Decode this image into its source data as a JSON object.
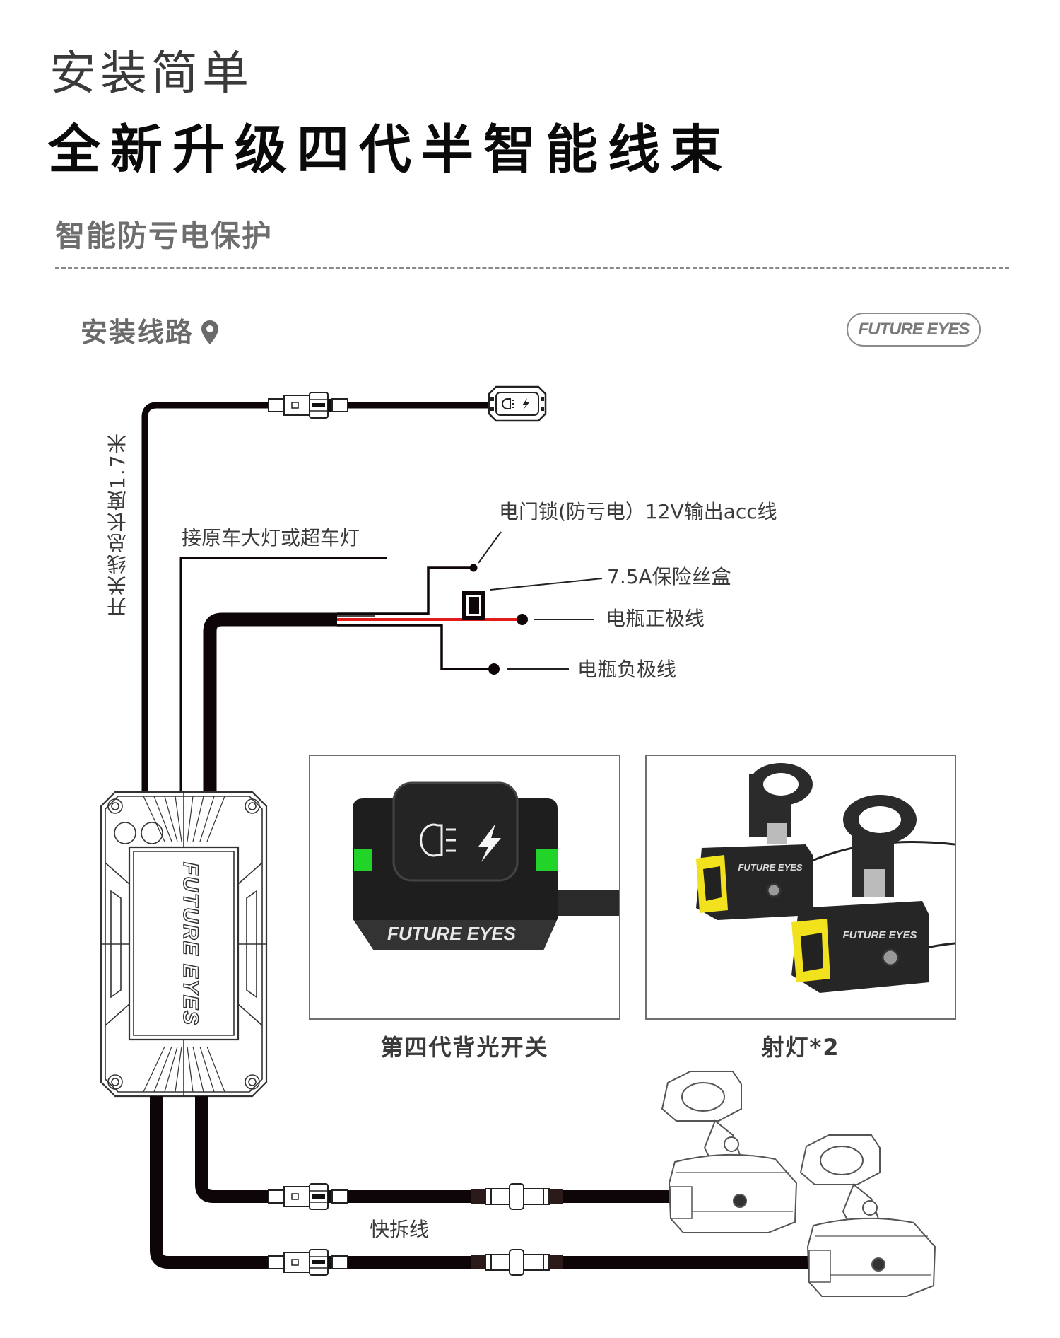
{
  "header": {
    "title_light": "安装简单",
    "title_bold": "全新升级四代半智能线束",
    "subtitle": "智能防亏电保护",
    "section_label": "安装线路",
    "section_icon": "location-pin-icon",
    "brand_logo": "FUTURE EYES"
  },
  "diagram": {
    "switch_cable_length_label": "开关线总长度1.7米",
    "headlight_tap_label": "接原车大灯或超车灯",
    "acc_label": "电门锁(防亏电）12V输出acc线",
    "fuse_label": "7.5A保险丝盒",
    "battery_positive_label": "电瓶正极线",
    "battery_negative_label": "电瓶负极线",
    "quick_release_label": "快拆线",
    "controller_brand": "FUTURE EYES",
    "wire_color_positive": "#e31b1b",
    "wire_color_main": "#0d0507"
  },
  "products": [
    {
      "caption": "第四代背光开关",
      "switch_brand": "FUTURE EYES",
      "led_color": "#22d42a"
    },
    {
      "caption": "射灯*2",
      "lamp_brand": "FUTURE EYES",
      "accent_color": "#f2e21e"
    }
  ]
}
